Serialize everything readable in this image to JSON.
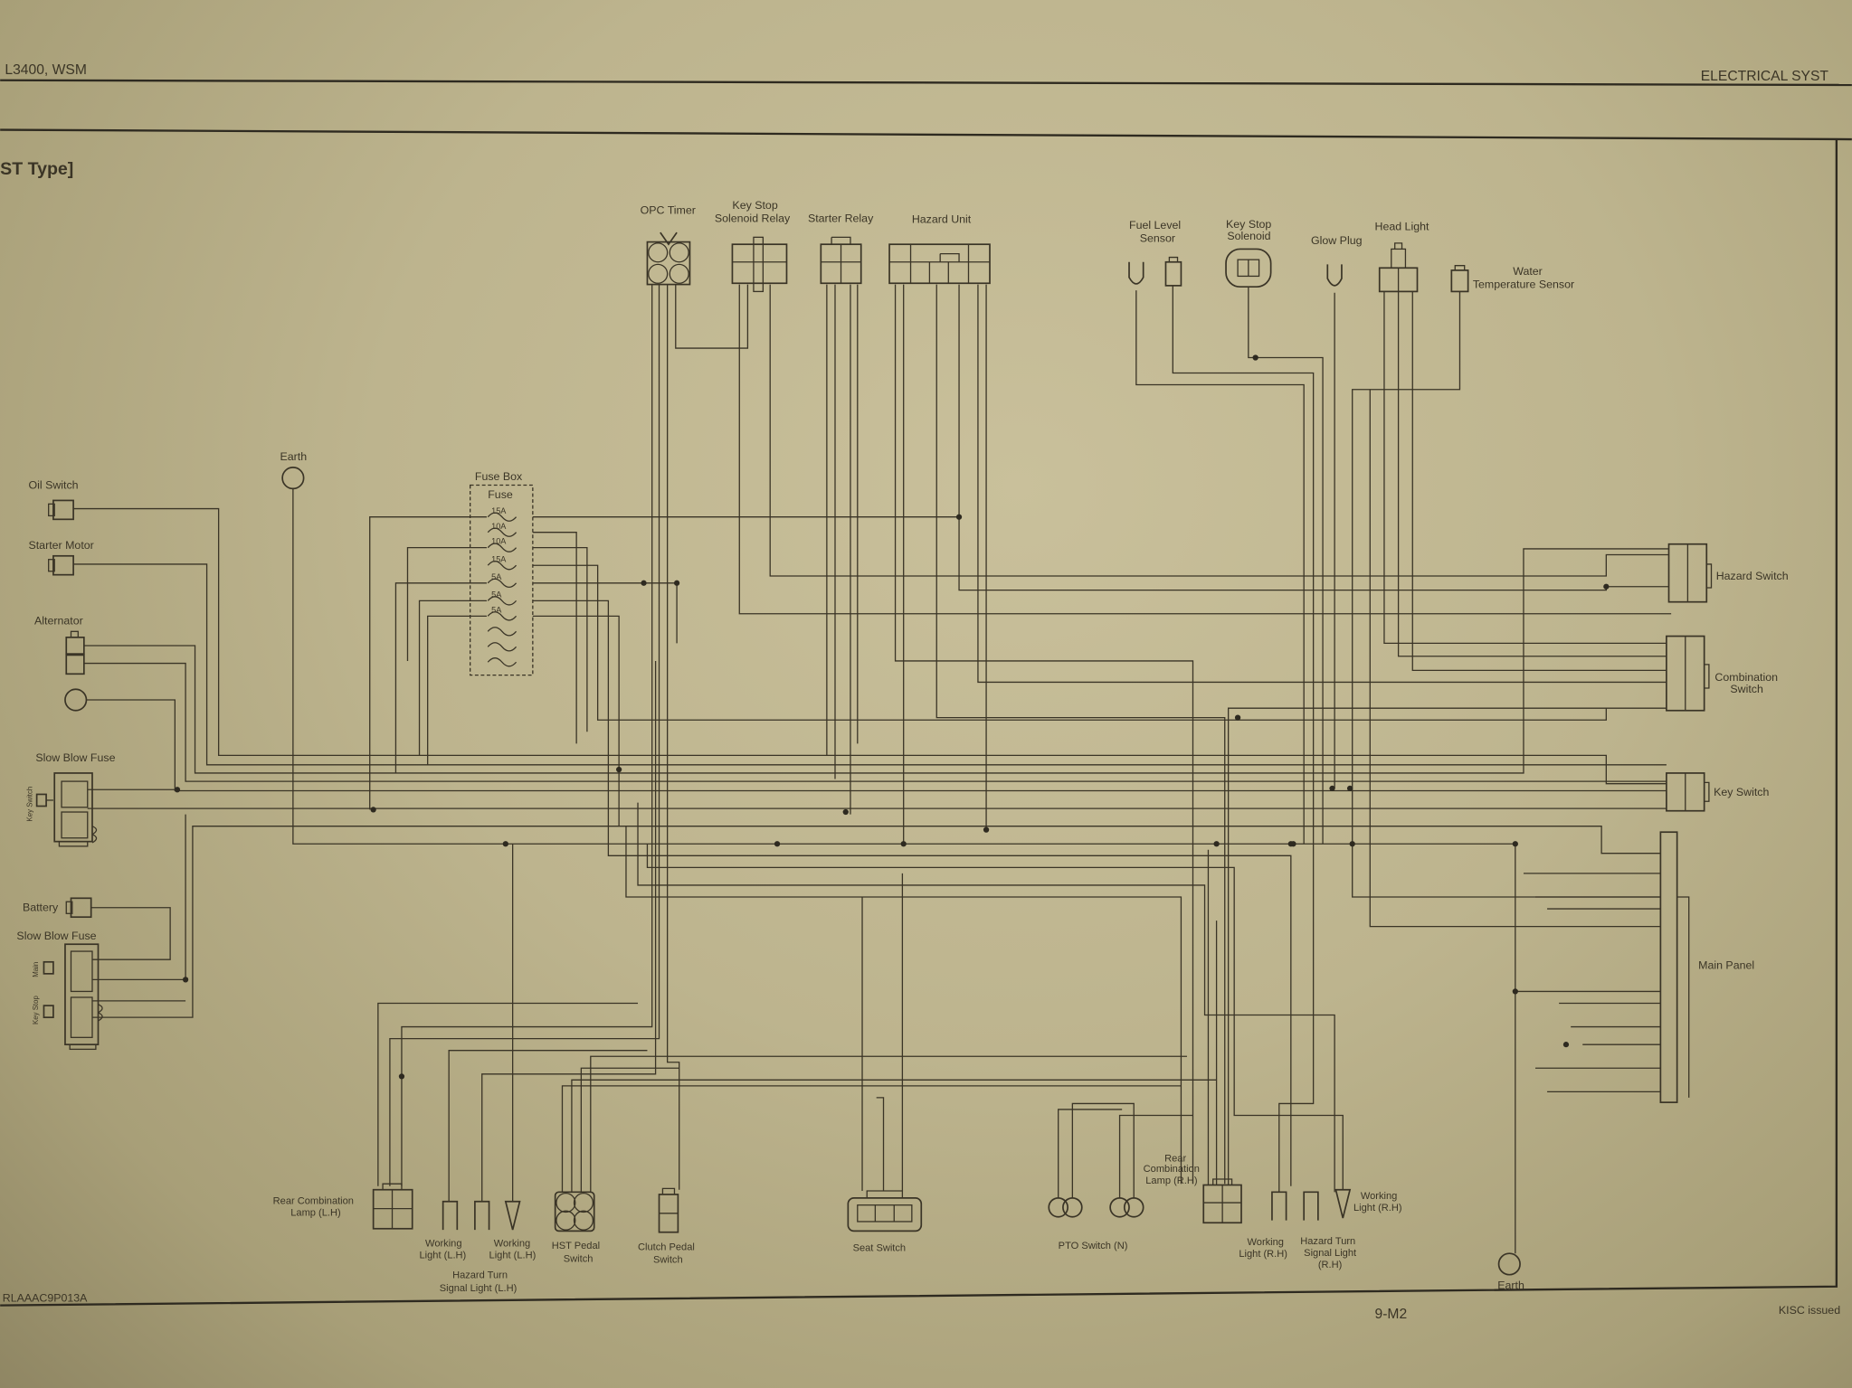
{
  "header": {
    "manual": "L3400, WSM",
    "section": "ELECTRICAL SYST",
    "subtitle": "ST Type]"
  },
  "footer": {
    "figure_id": "RLAAAC9P013A",
    "page": "9-M2",
    "issued": "KISC issued"
  },
  "components": {
    "opc_timer": [
      "OPC Timer"
    ],
    "key_stop_solenoid_relay": [
      "Key Stop",
      "Solenoid Relay"
    ],
    "starter_relay": [
      "Starter Relay"
    ],
    "hazard_unit": [
      "Hazard Unit"
    ],
    "fuel_level_sensor": [
      "Fuel Level",
      "Sensor"
    ],
    "key_stop_solenoid": [
      "Key Stop",
      "Solenoid"
    ],
    "glow_plug": [
      "Glow Plug"
    ],
    "head_light": [
      "Head Light"
    ],
    "water_temp_sensor": [
      "Water",
      "Temperature Sensor"
    ],
    "earth_top": [
      "Earth"
    ],
    "oil_switch": [
      "Oil Switch"
    ],
    "starter_motor": [
      "Starter Motor"
    ],
    "alternator": [
      "Alternator"
    ],
    "slow_blow_fuse_1": [
      "Slow Blow Fuse"
    ],
    "battery": [
      "Battery"
    ],
    "slow_blow_fuse_2": [
      "Slow Blow Fuse"
    ],
    "hazard_switch": [
      "Hazard Switch"
    ],
    "combination_switch": [
      "Combination",
      "Switch"
    ],
    "key_switch": [
      "Key Switch"
    ],
    "main_panel": [
      "Main Panel"
    ],
    "rear_combination_lamp_lh": [
      "Rear Combination",
      "Lamp (L.H)"
    ],
    "working_light_lh_1": [
      "Working",
      "Light (L.H)"
    ],
    "working_light_lh_2": [
      "Working",
      "Light (L.H)"
    ],
    "hazard_turn_lh": [
      "Hazard Turn",
      "Signal Light (L.H)"
    ],
    "hst_pedal_switch": [
      "HST Pedal",
      "Switch"
    ],
    "clutch_pedal_switch": [
      "Clutch Pedal",
      "Switch"
    ],
    "seat_switch": [
      "Seat Switch"
    ],
    "pto_switch": [
      "PTO Switch (N)"
    ],
    "rear_combination_lamp_rh": [
      "Rear",
      "Combination",
      "Lamp (R.H)"
    ],
    "working_light_rh_1": [
      "Working",
      "Light (R.H)"
    ],
    "hazard_turn_rh": [
      "Hazard Turn",
      "Signal Light",
      "(R.H)"
    ],
    "working_light_rh_2": [
      "Working",
      "Light (R.H)"
    ],
    "earth_bottom": [
      "Earth"
    ]
  },
  "slow_blow_tags": {
    "key_switch": "Key Switch",
    "main": "Main",
    "key_stop": "Key Stop"
  },
  "fuse_box": {
    "title": "Fuse Box",
    "subtitle": "Fuse",
    "ratings": [
      "15A",
      "10A",
      "10A",
      "15A",
      "5A",
      "5A",
      "5A"
    ]
  }
}
